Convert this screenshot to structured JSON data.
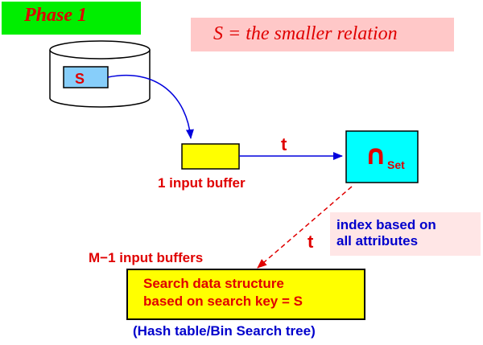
{
  "phase": {
    "label": "Phase 1"
  },
  "relation_note": "S = the smaller relation",
  "disk": {
    "relation_label": "S"
  },
  "input_buffer": {
    "label": "1 input buffer"
  },
  "operator": {
    "symbol": "∩",
    "subscript": "Set"
  },
  "tuple_labels": {
    "to_operator": "t",
    "to_structure": "t"
  },
  "index_note": {
    "text": "index based on\nall attributes"
  },
  "buffers": {
    "label": "M−1 input buffers"
  },
  "search_structure": {
    "text": "Search data structure\nbased on search key = S",
    "caption": "(Hash table/Bin Search tree)"
  },
  "colors": {
    "phase_bg": "#00ee00",
    "note_bg": "#ffc8c8",
    "index_bg": "#ffe6e6",
    "disk_block": "#87cefa",
    "buffer": "#ffff00",
    "operator_box": "#00ffff",
    "arrow_blue": "#0000dd",
    "arrow_red": "#e00000"
  }
}
